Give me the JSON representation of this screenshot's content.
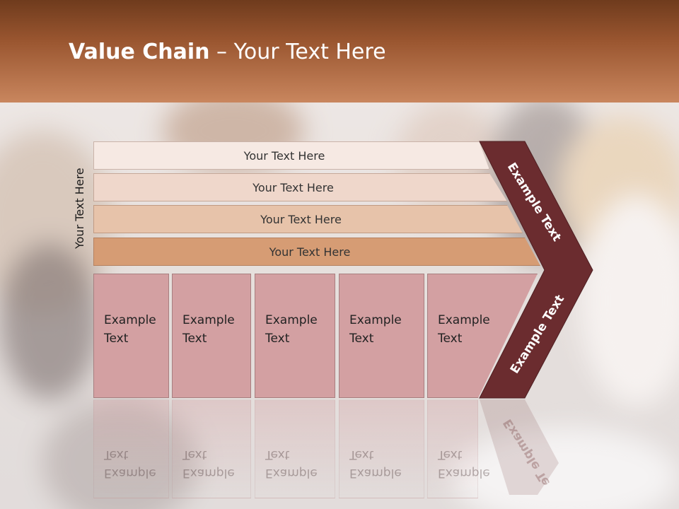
{
  "slide": {
    "title_bold": "Value Chain",
    "title_rest": " – Your Text Here",
    "vertical_label": "Your Text Here"
  },
  "rows": [
    {
      "label": "Your Text Here"
    },
    {
      "label": "Your Text Here"
    },
    {
      "label": "Your Text Here"
    },
    {
      "label": "Your Text Here"
    }
  ],
  "columns": [
    {
      "line1": "Example",
      "line2": "Text"
    },
    {
      "line1": "Example",
      "line2": "Text"
    },
    {
      "line1": "Example",
      "line2": "Text"
    },
    {
      "line1": "Example",
      "line2": "Text"
    },
    {
      "line1": "Example",
      "line2": "Text"
    }
  ],
  "chevron": {
    "upper_label": "Example Text",
    "lower_label": "Example Text",
    "reflection_label": "Example Te"
  },
  "colors": {
    "header_top": "#6f3b1d",
    "header_bottom": "#c9865e",
    "chevron": "#6b2c2f",
    "columns": "#d3a0a2"
  }
}
